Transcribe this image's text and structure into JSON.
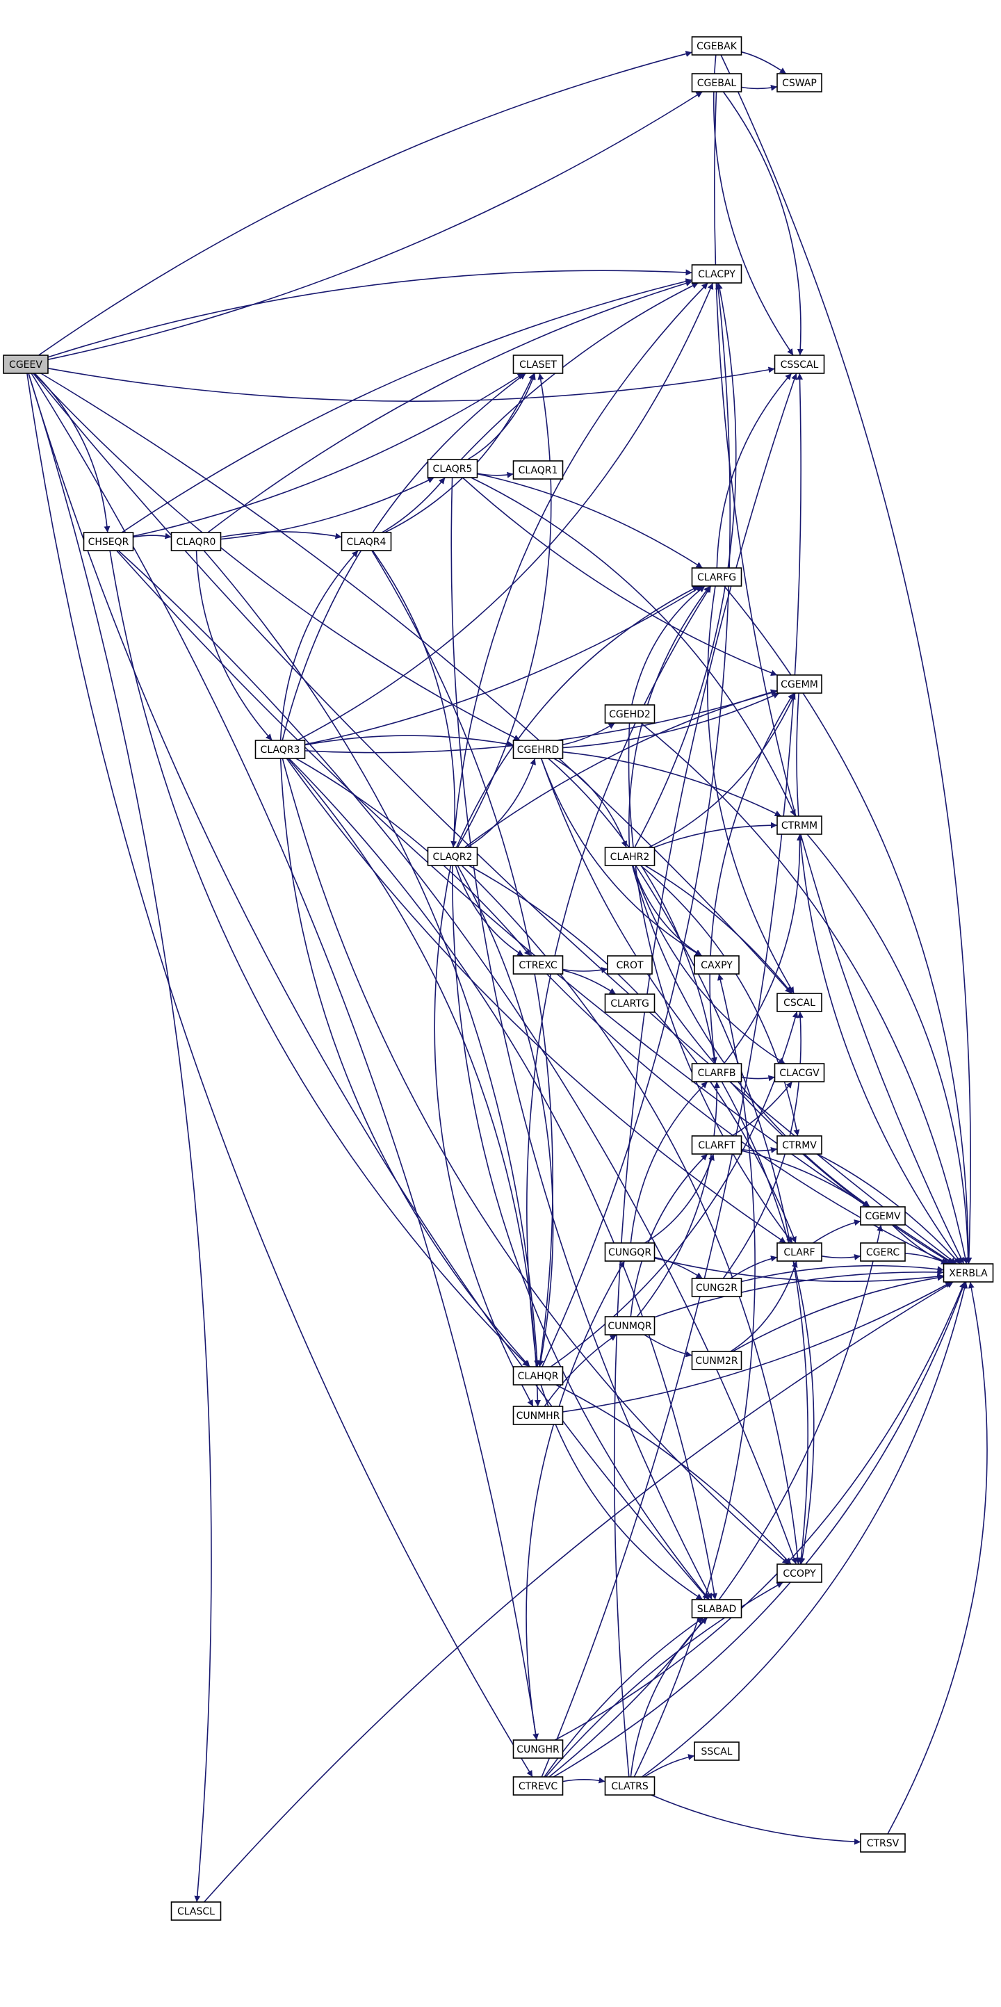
{
  "diagram": {
    "root": "CGEEV",
    "edge_color": "#191970",
    "node_fill": "#ffffff",
    "root_fill": "#bfbfbf",
    "nodes": [
      {
        "id": "CGEEV",
        "label": "CGEEV"
      },
      {
        "id": "CGEBAK",
        "label": "CGEBAK"
      },
      {
        "id": "CGEBAL",
        "label": "CGEBAL"
      },
      {
        "id": "CSWAP",
        "label": "CSWAP"
      },
      {
        "id": "CLACPY",
        "label": "CLACPY"
      },
      {
        "id": "CLASET",
        "label": "CLASET"
      },
      {
        "id": "CSSCAL",
        "label": "CSSCAL"
      },
      {
        "id": "CLAQR5",
        "label": "CLAQR5"
      },
      {
        "id": "CLAQR1",
        "label": "CLAQR1"
      },
      {
        "id": "CHSEQR",
        "label": "CHSEQR"
      },
      {
        "id": "CLAQR0",
        "label": "CLAQR0"
      },
      {
        "id": "CLAQR4",
        "label": "CLAQR4"
      },
      {
        "id": "CLARFG",
        "label": "CLARFG"
      },
      {
        "id": "CGEHD2",
        "label": "CGEHD2"
      },
      {
        "id": "CGEMM",
        "label": "CGEMM"
      },
      {
        "id": "CLAQR3",
        "label": "CLAQR3"
      },
      {
        "id": "CGEHRD",
        "label": "CGEHRD"
      },
      {
        "id": "CLAQR2",
        "label": "CLAQR2"
      },
      {
        "id": "CLAHR2",
        "label": "CLAHR2"
      },
      {
        "id": "CTRMM",
        "label": "CTRMM"
      },
      {
        "id": "CTREXC",
        "label": "CTREXC"
      },
      {
        "id": "CROT",
        "label": "CROT"
      },
      {
        "id": "CAXPY",
        "label": "CAXPY"
      },
      {
        "id": "CLARTG",
        "label": "CLARTG"
      },
      {
        "id": "CSCAL",
        "label": "CSCAL"
      },
      {
        "id": "CLARFB",
        "label": "CLARFB"
      },
      {
        "id": "CLACGV",
        "label": "CLACGV"
      },
      {
        "id": "CLARFT",
        "label": "CLARFT"
      },
      {
        "id": "CTRMV",
        "label": "CTRMV"
      },
      {
        "id": "CGEMV",
        "label": "CGEMV"
      },
      {
        "id": "CUNGQR",
        "label": "CUNGQR"
      },
      {
        "id": "CLARF",
        "label": "CLARF"
      },
      {
        "id": "CGERC",
        "label": "CGERC"
      },
      {
        "id": "XERBLA",
        "label": "XERBLA"
      },
      {
        "id": "CUNG2R",
        "label": "CUNG2R"
      },
      {
        "id": "CUNMQR",
        "label": "CUNMQR"
      },
      {
        "id": "CUNM2R",
        "label": "CUNM2R"
      },
      {
        "id": "CLAHQR",
        "label": "CLAHQR"
      },
      {
        "id": "CUNMHR",
        "label": "CUNMHR"
      },
      {
        "id": "CCOPY",
        "label": "CCOPY"
      },
      {
        "id": "SLABAD",
        "label": "SLABAD"
      },
      {
        "id": "CUNGHR",
        "label": "CUNGHR"
      },
      {
        "id": "SSCAL",
        "label": "SSCAL"
      },
      {
        "id": "CTREVC",
        "label": "CTREVC"
      },
      {
        "id": "CLATRS",
        "label": "CLATRS"
      },
      {
        "id": "CTRSV",
        "label": "CTRSV"
      },
      {
        "id": "CLASCL",
        "label": "CLASCL"
      }
    ],
    "edges": [
      [
        "CGEEV",
        "CGEBAK"
      ],
      [
        "CGEEV",
        "CGEBAL"
      ],
      [
        "CGEEV",
        "CLACPY"
      ],
      [
        "CGEEV",
        "CSSCAL"
      ],
      [
        "CGEEV",
        "CHSEQR"
      ],
      [
        "CGEEV",
        "CGEHRD"
      ],
      [
        "CGEEV",
        "CSCAL"
      ],
      [
        "CGEEV",
        "SLABAD"
      ],
      [
        "CGEEV",
        "CUNGHR"
      ],
      [
        "CGEEV",
        "CTREVC"
      ],
      [
        "CGEEV",
        "CLASCL"
      ],
      [
        "CGEEV",
        "XERBLA"
      ],
      [
        "CGEBAK",
        "CSWAP"
      ],
      [
        "CGEBAK",
        "CSSCAL"
      ],
      [
        "CGEBAK",
        "XERBLA"
      ],
      [
        "CGEBAL",
        "CSWAP"
      ],
      [
        "CGEBAL",
        "CSSCAL"
      ],
      [
        "CGEBAL",
        "XERBLA"
      ],
      [
        "CHSEQR",
        "CLAQR0"
      ],
      [
        "CHSEQR",
        "CLASET"
      ],
      [
        "CHSEQR",
        "CLACPY"
      ],
      [
        "CHSEQR",
        "CLAHQR"
      ],
      [
        "CHSEQR",
        "CCOPY"
      ],
      [
        "CHSEQR",
        "XERBLA"
      ],
      [
        "CLAQR0",
        "CLACPY"
      ],
      [
        "CLAQR0",
        "CLAQR5"
      ],
      [
        "CLAQR0",
        "CLAQR4"
      ],
      [
        "CLAQR0",
        "CLAQR3"
      ],
      [
        "CLAQR0",
        "CLAHQR"
      ],
      [
        "CLAQR4",
        "CLAQR5"
      ],
      [
        "CLAQR4",
        "CLAQR2"
      ],
      [
        "CLAQR4",
        "CLASET"
      ],
      [
        "CLAQR4",
        "CLAHQR"
      ],
      [
        "CLAQR5",
        "CLASET"
      ],
      [
        "CLAQR5",
        "CLACPY"
      ],
      [
        "CLAQR5",
        "CLAQR1"
      ],
      [
        "CLAQR5",
        "CLARFG"
      ],
      [
        "CLAQR5",
        "CGEMM"
      ],
      [
        "CLAQR5",
        "CTRMM"
      ],
      [
        "CLAQR5",
        "SLABAD"
      ],
      [
        "CLAQR3",
        "CLAQR4"
      ],
      [
        "CLAQR3",
        "CLACPY"
      ],
      [
        "CLAQR3",
        "CLASET"
      ],
      [
        "CLAQR3",
        "CLARFG"
      ],
      [
        "CLAQR3",
        "CGEHRD"
      ],
      [
        "CLAQR3",
        "CGEMM"
      ],
      [
        "CLAQR3",
        "CTREXC"
      ],
      [
        "CLAQR3",
        "CLAHQR"
      ],
      [
        "CLAQR3",
        "CUNMHR"
      ],
      [
        "CLAQR3",
        "CLARF"
      ],
      [
        "CLAQR3",
        "SLABAD"
      ],
      [
        "CLAQR3",
        "CCOPY"
      ],
      [
        "CLAQR2",
        "CLACPY"
      ],
      [
        "CLAQR2",
        "CLASET"
      ],
      [
        "CLAQR2",
        "CLARFG"
      ],
      [
        "CLAQR2",
        "CGEHRD"
      ],
      [
        "CLAQR2",
        "CGEMM"
      ],
      [
        "CLAQR2",
        "CTREXC"
      ],
      [
        "CLAQR2",
        "CLAHQR"
      ],
      [
        "CLAQR2",
        "CUNMHR"
      ],
      [
        "CLAQR2",
        "CLARF"
      ],
      [
        "CLAQR2",
        "SLABAD"
      ],
      [
        "CLAQR2",
        "CCOPY"
      ],
      [
        "CGEHRD",
        "CGEHD2"
      ],
      [
        "CGEHRD",
        "CLAHR2"
      ],
      [
        "CGEHRD",
        "CGEMM"
      ],
      [
        "CGEHRD",
        "CTRMM"
      ],
      [
        "CGEHRD",
        "CAXPY"
      ],
      [
        "CGEHRD",
        "CLARFB"
      ],
      [
        "CGEHRD",
        "XERBLA"
      ],
      [
        "CGEHD2",
        "CLARFG"
      ],
      [
        "CGEHD2",
        "CLARF"
      ],
      [
        "CGEHD2",
        "XERBLA"
      ],
      [
        "CLAHR2",
        "CLACPY"
      ],
      [
        "CLAHR2",
        "CLARFG"
      ],
      [
        "CLAHR2",
        "CGEMM"
      ],
      [
        "CLAHR2",
        "CTRMM"
      ],
      [
        "CLAHR2",
        "CAXPY"
      ],
      [
        "CLAHR2",
        "CSCAL"
      ],
      [
        "CLAHR2",
        "CLACGV"
      ],
      [
        "CLAHR2",
        "CTRMV"
      ],
      [
        "CLAHR2",
        "CGEMV"
      ],
      [
        "CLAHR2",
        "CCOPY"
      ],
      [
        "CTREXC",
        "CROT"
      ],
      [
        "CTREXC",
        "CLARTG"
      ],
      [
        "CTREXC",
        "XERBLA"
      ],
      [
        "CLARFG",
        "CSSCAL"
      ],
      [
        "CLARFG",
        "CSCAL"
      ],
      [
        "CLARFG",
        "XERBLA"
      ],
      [
        "CLARFB",
        "CLACGV"
      ],
      [
        "CLARFB",
        "CGEMM"
      ],
      [
        "CLARFB",
        "CTRMM"
      ],
      [
        "CLARFB",
        "CCOPY"
      ],
      [
        "CLARFT",
        "CTRMV"
      ],
      [
        "CLARFT",
        "CGEMV"
      ],
      [
        "CLARFT",
        "CLACGV"
      ],
      [
        "CLARF",
        "CGEMV"
      ],
      [
        "CLARF",
        "CGERC"
      ],
      [
        "CTRMV",
        "XERBLA"
      ],
      [
        "CGEMV",
        "XERBLA"
      ],
      [
        "CGERC",
        "XERBLA"
      ],
      [
        "CGEMM",
        "XERBLA"
      ],
      [
        "CTRMM",
        "XERBLA"
      ],
      [
        "CTRSV",
        "XERBLA"
      ],
      [
        "CUNGQR",
        "CLARFB"
      ],
      [
        "CUNGQR",
        "CLARFT"
      ],
      [
        "CUNGQR",
        "CUNG2R"
      ],
      [
        "CUNGQR",
        "XERBLA"
      ],
      [
        "CUNG2R",
        "CLARF"
      ],
      [
        "CUNG2R",
        "CSCAL"
      ],
      [
        "CUNG2R",
        "XERBLA"
      ],
      [
        "CUNMQR",
        "CLARFB"
      ],
      [
        "CUNMQR",
        "CLARFT"
      ],
      [
        "CUNMQR",
        "CUNM2R"
      ],
      [
        "CUNMQR",
        "XERBLA"
      ],
      [
        "CUNM2R",
        "CLARF"
      ],
      [
        "CUNM2R",
        "XERBLA"
      ],
      [
        "CLAHQR",
        "CLACPY"
      ],
      [
        "CLAHQR",
        "CLARFG"
      ],
      [
        "CLAHQR",
        "CSCAL"
      ],
      [
        "CLAHQR",
        "CCOPY"
      ],
      [
        "CLAHQR",
        "SLABAD"
      ],
      [
        "CUNMHR",
        "CUNMQR"
      ],
      [
        "CUNMHR",
        "XERBLA"
      ],
      [
        "CUNGHR",
        "CUNGQR"
      ],
      [
        "CUNGHR",
        "XERBLA"
      ],
      [
        "CTREVC",
        "CLATRS"
      ],
      [
        "CTREVC",
        "CSSCAL"
      ],
      [
        "CTREVC",
        "CCOPY"
      ],
      [
        "CTREVC",
        "CGEMV"
      ],
      [
        "CTREVC",
        "SLABAD"
      ],
      [
        "CTREVC",
        "XERBLA"
      ],
      [
        "CLATRS",
        "SSCAL"
      ],
      [
        "CLATRS",
        "CTRSV"
      ],
      [
        "CLATRS",
        "SLABAD"
      ],
      [
        "CLATRS",
        "CAXPY"
      ],
      [
        "CLATRS",
        "CSSCAL"
      ],
      [
        "CLATRS",
        "XERBLA"
      ],
      [
        "CLASCL",
        "XERBLA"
      ]
    ]
  }
}
